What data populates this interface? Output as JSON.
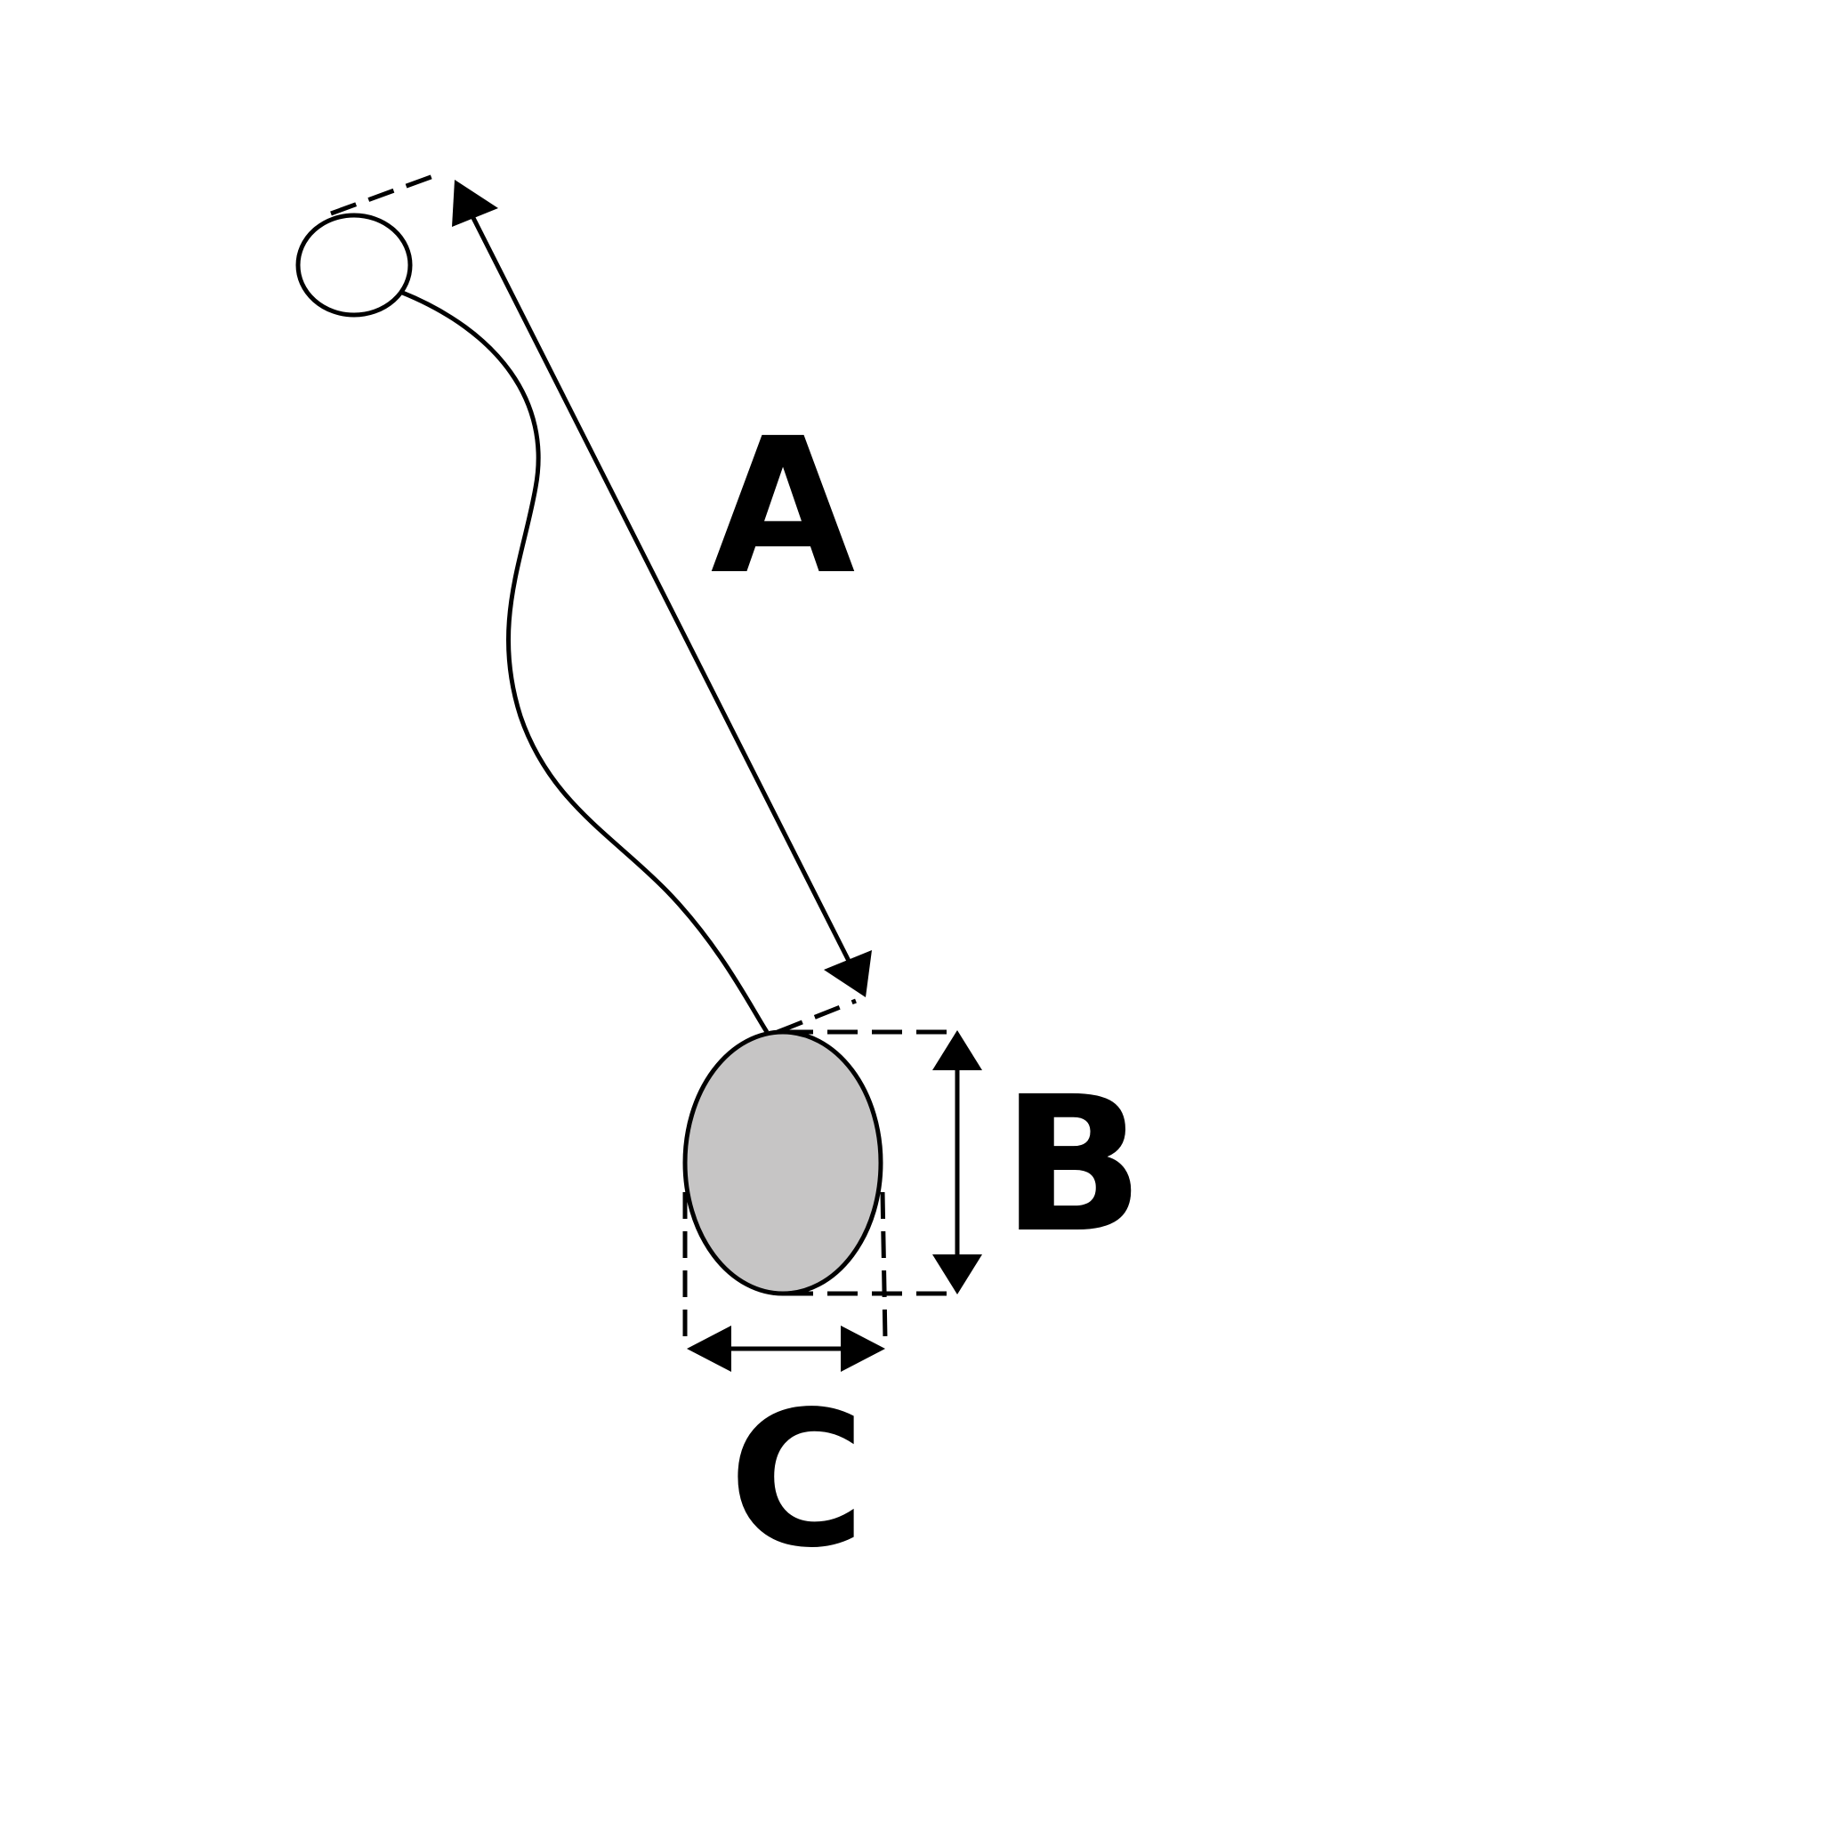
{
  "labels": {
    "distance": "A",
    "height": "B",
    "width": "C"
  },
  "colors": {
    "stroke": "#000000",
    "fill": "#c6c5c5",
    "background": "#ffffff"
  }
}
